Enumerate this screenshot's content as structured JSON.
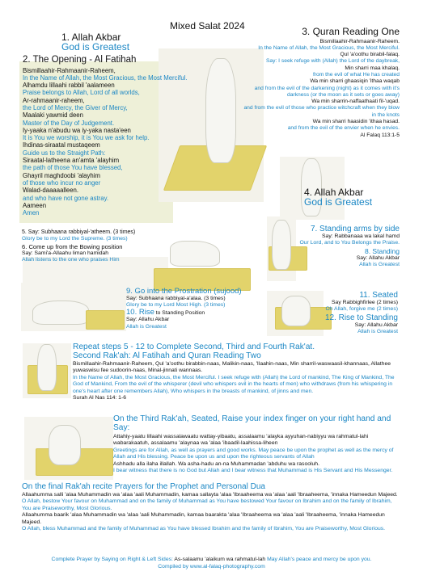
{
  "header": {
    "title": "Mixed Salat 2024"
  },
  "step1": {
    "title": "1. Allah Akbar",
    "trans": "God is Greatest"
  },
  "step2": {
    "title": "2. The Opening - Al Fatihah",
    "lines": [
      {
        "ar": "Bismillaahir-Rahmaanir-Raheem,",
        "en": "In the Name of Allah, the Most Gracious, the Most Merciful."
      },
      {
        "ar": "Alhamdu lillaahi rabbil 'aalameen",
        "en": "Praise belongs to Allah, Lord of all worlds,"
      },
      {
        "ar": "Ar-rahmaanir-raheem,",
        "en": "the Lord of Mercy, the Giver of Mercy,"
      },
      {
        "ar": "Maalaki yawmid deen",
        "en": "Master of the Day of Judgement."
      },
      {
        "ar": "Iy-yaaka n'abudu wa iy-yaka nasta'een",
        "en": "It is You we worship, it is You we ask for help."
      },
      {
        "ar": "Ihdinas-siraatal mustaqeem",
        "en": "Guide us to the Straight Path:"
      },
      {
        "ar": "Siraatal-latheena an'amta 'alayhim",
        "en": "the path of those You have blessed,"
      },
      {
        "ar": "Ghayril maghdoobi 'alayhim",
        "en": "of those who incur no anger"
      },
      {
        "ar": "Walad-daaaaalleen.",
        "en": "and who have not gone astray."
      },
      {
        "ar": "Aameen",
        "en": "Amen"
      }
    ]
  },
  "step3": {
    "title": "3. Quran Reading One",
    "lines": [
      {
        "ar": "Bismillaahir-Rahmaanir-Raheem.",
        "en": "In the Name of Allah, the Most Gracious, the Most Merciful."
      },
      {
        "ar": "Qul 'a'oothu birabil-falaq.",
        "en": "Say: I seek refuge with (Allah) the Lord of the daybreak,"
      },
      {
        "ar": "Min sharri maa khalaq.",
        "en": "from the evil of what He has created"
      },
      {
        "ar": "Wa min sharri ghaasiqin 'ithaa waqab",
        "en": "and from the evil of the darkening (night) as it comes with it's darkness (or the moon as it sets or goes away)"
      },
      {
        "ar": "Wa min sharrin-naffaathaati fil-'uqad.",
        "en": "and from the evil of those who practice witchcraft when they blow in the knots"
      },
      {
        "ar": "Wa min sharri haasidin 'ithaa hasad.",
        "en": "and from the evil of the envier when he envies."
      }
    ],
    "ref": "Al Falaq 113:1-5"
  },
  "step4": {
    "title": "4. Allah Akbar",
    "trans": "God is Greatest"
  },
  "step5": {
    "say": "5. Say: Subhaana rabbiyal-'atheem. (3 times)",
    "trans": "Glory be to my Lord the Supreme. (3 times)"
  },
  "step6": {
    "title": "6. Come up from the Bowing position",
    "say": "Say: Sami'a-Allaahu liman hamidah",
    "trans": "Allah listens to the one who praises Him"
  },
  "step7": {
    "title": "7. Standing arms by side",
    "say": "Say:  Rabbanaaa wa lakal hamd",
    "trans": "Our Lord, and to You Belongs the Praise."
  },
  "step8": {
    "title": "8. Standing",
    "say": "Say: Allahu Akbar",
    "trans": "Allah is Greatest"
  },
  "step9": {
    "title": "9. Go into the Prostration (sujood)",
    "say": "Say: Subhaana rabbiyal-a'alaa.  (3 times)",
    "trans": "Glory be to my Lord Most High.  (3 times)"
  },
  "step10": {
    "title": "10. Rise",
    "title2": "to Standing Position",
    "say": "Say: Allahu Akbar",
    "trans": "Allah is Greatest"
  },
  "step11": {
    "title": "11. Seated",
    "say": "Say Rabbighfirlee (2 times)",
    "trans": "Oh Allah, forgive me (2 times)"
  },
  "step12": {
    "title": "12. Rise to Standing",
    "say": "Say: Allahu Akbar",
    "trans": "Allah is Greatest"
  },
  "repeat": {
    "title1": "Repeat steps 5 - 12 to Complete Second, Third and Fourth Rak'at.",
    "title2": "Second Rak'ah: Al Fatihah and Quran Reading Two",
    "ar": "Bismillaahir-Rahmaanir-Raheem, Qul 'a'oothu birabbin-naas, Malikin-naas, 'Ilaahin-naas, Min sharril-waswaasil-khannaas, Allathee yuwaswisu fee sudoorin-naas, Minal-jinnati wannaas.",
    "en": "In the Name of Allah, the Most Gracious, the Most Merciful. I seek refuge with (Allah) the Lord of mankind, The King of Mankind, The God of Mankind, From the evil of the whisperer (devil who whispers evil in the hearts of men) who withdraws (from his whispering in one's heart after one remembers Allah), Who whispers in the breasts of mankind, of jinns and men.",
    "ref": "Surah Al Nas 114: 1-6"
  },
  "third": {
    "title": "On the Third Rak'ah, Seated, Raise your index finger on your right hand and Say:",
    "ar1": "Attahiy-yaatu lillaahi wassalawaatu wattay-yibaatu, assalaamu 'alayka ayyuhan-nabiyyu wa rahmatul-lahi wabarakaatuh, assalaamu 'alaynaa wa 'alaa 'ibaadil-laahissa-liheen",
    "en1": "Greetings are for Allah, as well as prayers and good works. May peace be upon the prophet as well as the mercy of Allah and His blessing. Peace be upon us and upon the righteous servants of Allah",
    "ar2": "Ashhadu alla ilaha illallah. Wa asha-hadu an-na Muhammadan 'abduhu wa rasooluh.",
    "en2": "I bear witness that there is no God but Allah and I bear witness that Muhammad is His Servant and His Messenger."
  },
  "final": {
    "title": "On the final Rak'ah recite Prayers for the Prophet and Personal Dua",
    "ar1": "Allaahumma salli 'alaa Muhammadin wa 'alaa 'aali Muhammadin, kamaa sallayta 'alaa 'Ibraaheema wa 'alaa 'aali 'Ibraaheema, 'innaka Hameedun Majeed.",
    "en1": "O Allah, bestow Your favour on Muhammad and on the family of Muhammad as You have bestowed Your favour on Ibrahim and on the family of Ibrahim, You are Praiseworthy, Most Glorious.",
    "ar2": "Allaahumma baarik 'alaa Muhammadin wa 'alaa 'aali Muhammadin, kamaa baarakta 'alaa 'Ibraaheema wa 'alaa 'aali 'Ibraaheema, 'innaka Hameedun Majeed.",
    "en2": "O Allah, bless Muhammad and the family of Muhammad as You have blessed Ibrahim and the family of Ibrahim, You are Praiseworthy, Most Glorious."
  },
  "footer": {
    "prefix": "Complete Prayer by Saying on Right & Left Sides:",
    "ar": "As-salaamu 'alaikum wa rahmatul-lah",
    "en": "May Allah's peace and mercy be upon you.",
    "credit": "Compiled by www.al-falaq-photography.com"
  },
  "colors": {
    "arabic": "#111111",
    "english": "#1a86c4",
    "mat": "#e2d36b"
  }
}
